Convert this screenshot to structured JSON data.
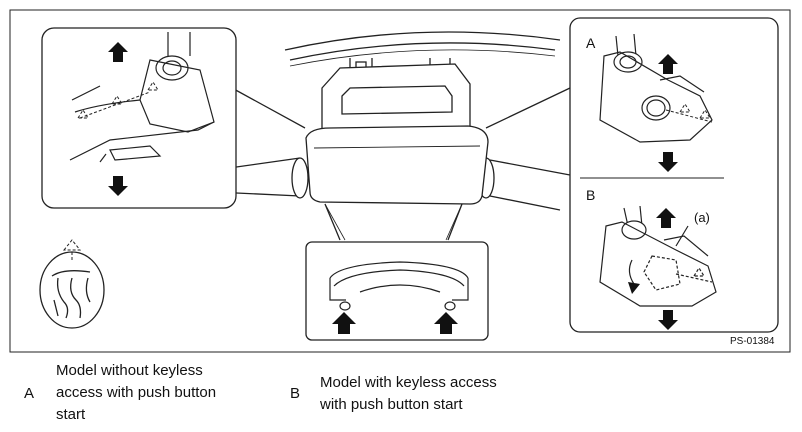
{
  "figure_code": "PS-01384",
  "panel_labels": {
    "a": "A",
    "b": "B",
    "callout": "(a)"
  },
  "legend": [
    {
      "key": "A",
      "text_lines": [
        "Model without keyless",
        "access with push button",
        "start"
      ]
    },
    {
      "key": "B",
      "text_lines": [
        "Model with keyless access",
        "with push button start"
      ]
    }
  ]
}
